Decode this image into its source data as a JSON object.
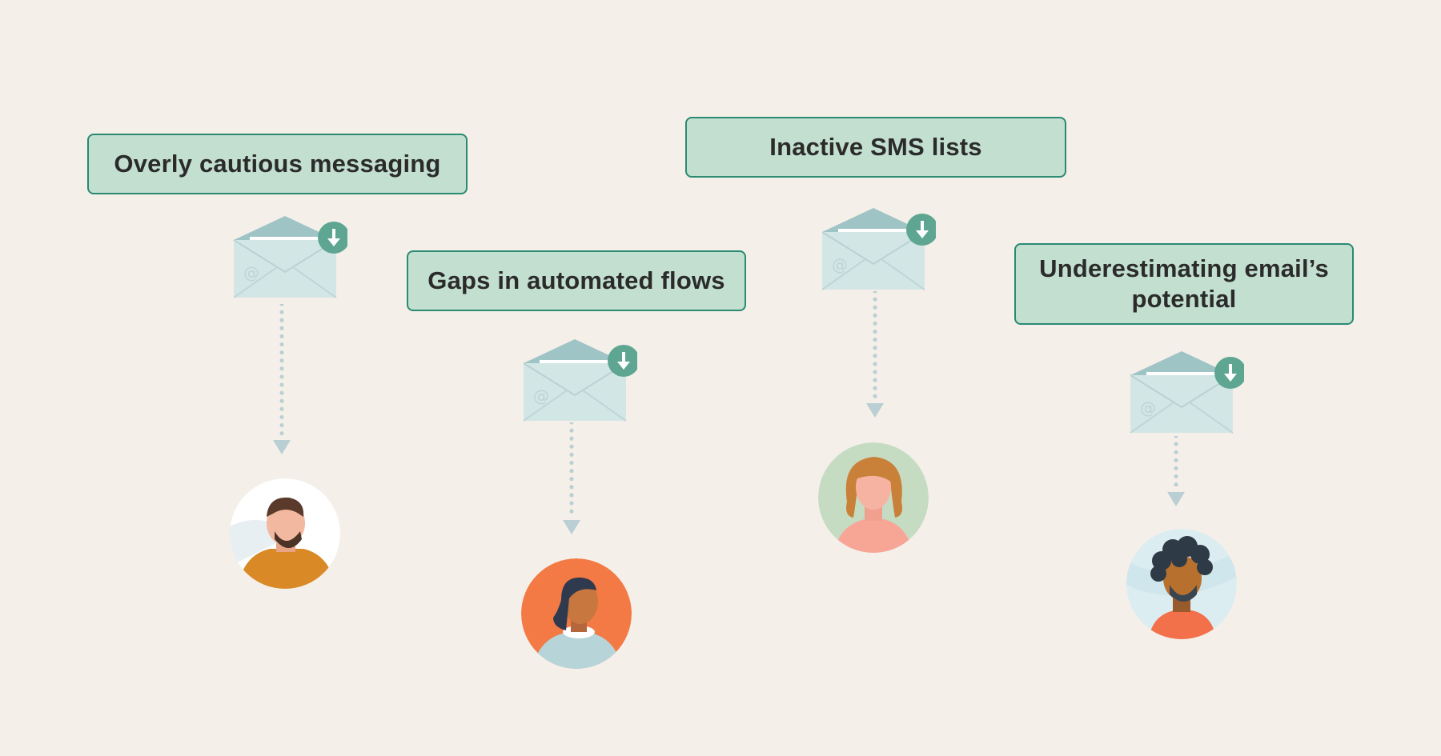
{
  "colors": {
    "background": "#f5efe9",
    "label_fill": "#c2dfd0",
    "label_border": "#2a8a72",
    "label_text": "#2b2b2b",
    "envelope": "#cfe3e4",
    "download_badge": "#5ea692",
    "connector": "#b9cfd3"
  },
  "labels": [
    "Overly cautious messaging",
    "Gaps in automated flows",
    "Inactive SMS lists",
    "Underestimating email’s potential"
  ],
  "icons": {
    "envelope": "envelope-download-icon",
    "arrow": "dotted-arrow-icon",
    "avatars": [
      "person-avatar-man-beard",
      "person-avatar-woman-dark-hair",
      "person-avatar-woman-blonde",
      "person-avatar-curly-hair"
    ]
  },
  "avatar_backgrounds": [
    "#ffffff",
    "#f37a45",
    "#c5dcc3",
    "#dcedf1"
  ]
}
